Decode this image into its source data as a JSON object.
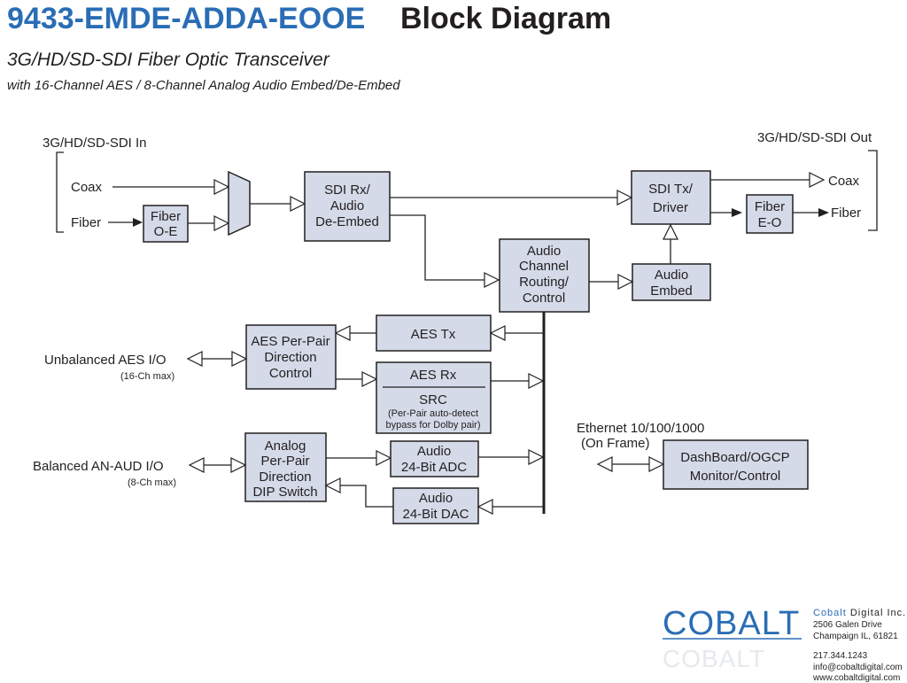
{
  "header": {
    "model": "9433-EMDE-ADDA-EOOE",
    "title": "Block Diagram",
    "subtitle": "3G/HD/SD-SDI Fiber Optic Transceiver",
    "subtitle2": "with 16-Channel AES / 8-Channel Analog Audio Embed/De-Embed"
  },
  "io": {
    "sdi_in": "3G/HD/SD-SDI In",
    "coax_in": "Coax",
    "fiber_in": "Fiber",
    "sdi_out": "3G/HD/SD-SDI Out",
    "coax_out": "Coax",
    "fiber_out": "Fiber",
    "aes_io": "Unbalanced AES I/O",
    "aes_io_sub": "(16-Ch max)",
    "an_io": "Balanced AN-AUD I/O",
    "an_io_sub": "(8-Ch max)",
    "eth1": "Ethernet 10/100/1000",
    "eth2": "(On Frame)"
  },
  "blocks": {
    "fiber_oe": [
      "Fiber",
      "O-E"
    ],
    "sdi_rx": [
      "SDI Rx/",
      "Audio",
      "De-Embed"
    ],
    "sdi_tx": [
      "SDI Tx/",
      "Driver"
    ],
    "fiber_eo": [
      "Fiber",
      "E-O"
    ],
    "routing": [
      "Audio",
      "Channel",
      "Routing/",
      "Control"
    ],
    "audio_embed": [
      "Audio",
      "Embed"
    ],
    "aes_tx": "AES Tx",
    "aes_dir": [
      "AES Per-Pair",
      "Direction",
      "Control"
    ],
    "aes_rx": "AES Rx",
    "src": "SRC",
    "src_note": [
      "(Per-Pair auto-detect",
      "bypass for Dolby pair)"
    ],
    "an_dir": [
      "Analog",
      "Per-Pair",
      "Direction",
      "DIP Switch"
    ],
    "adc": [
      "Audio",
      "24-Bit ADC"
    ],
    "dac": [
      "Audio",
      "24-Bit DAC"
    ],
    "dash": [
      "DashBoard/OGCP",
      "Monitor/Control"
    ]
  },
  "footer": {
    "logo": "COBALT",
    "company_a": "Cobalt",
    "company_b": " Digital Inc.",
    "addr1": "2506 Galen Drive",
    "addr2": "Champaign IL, 61821",
    "phone": "217.344.1243",
    "email": "info@cobaltdigital.com",
    "web": "www.cobaltdigital.com"
  }
}
